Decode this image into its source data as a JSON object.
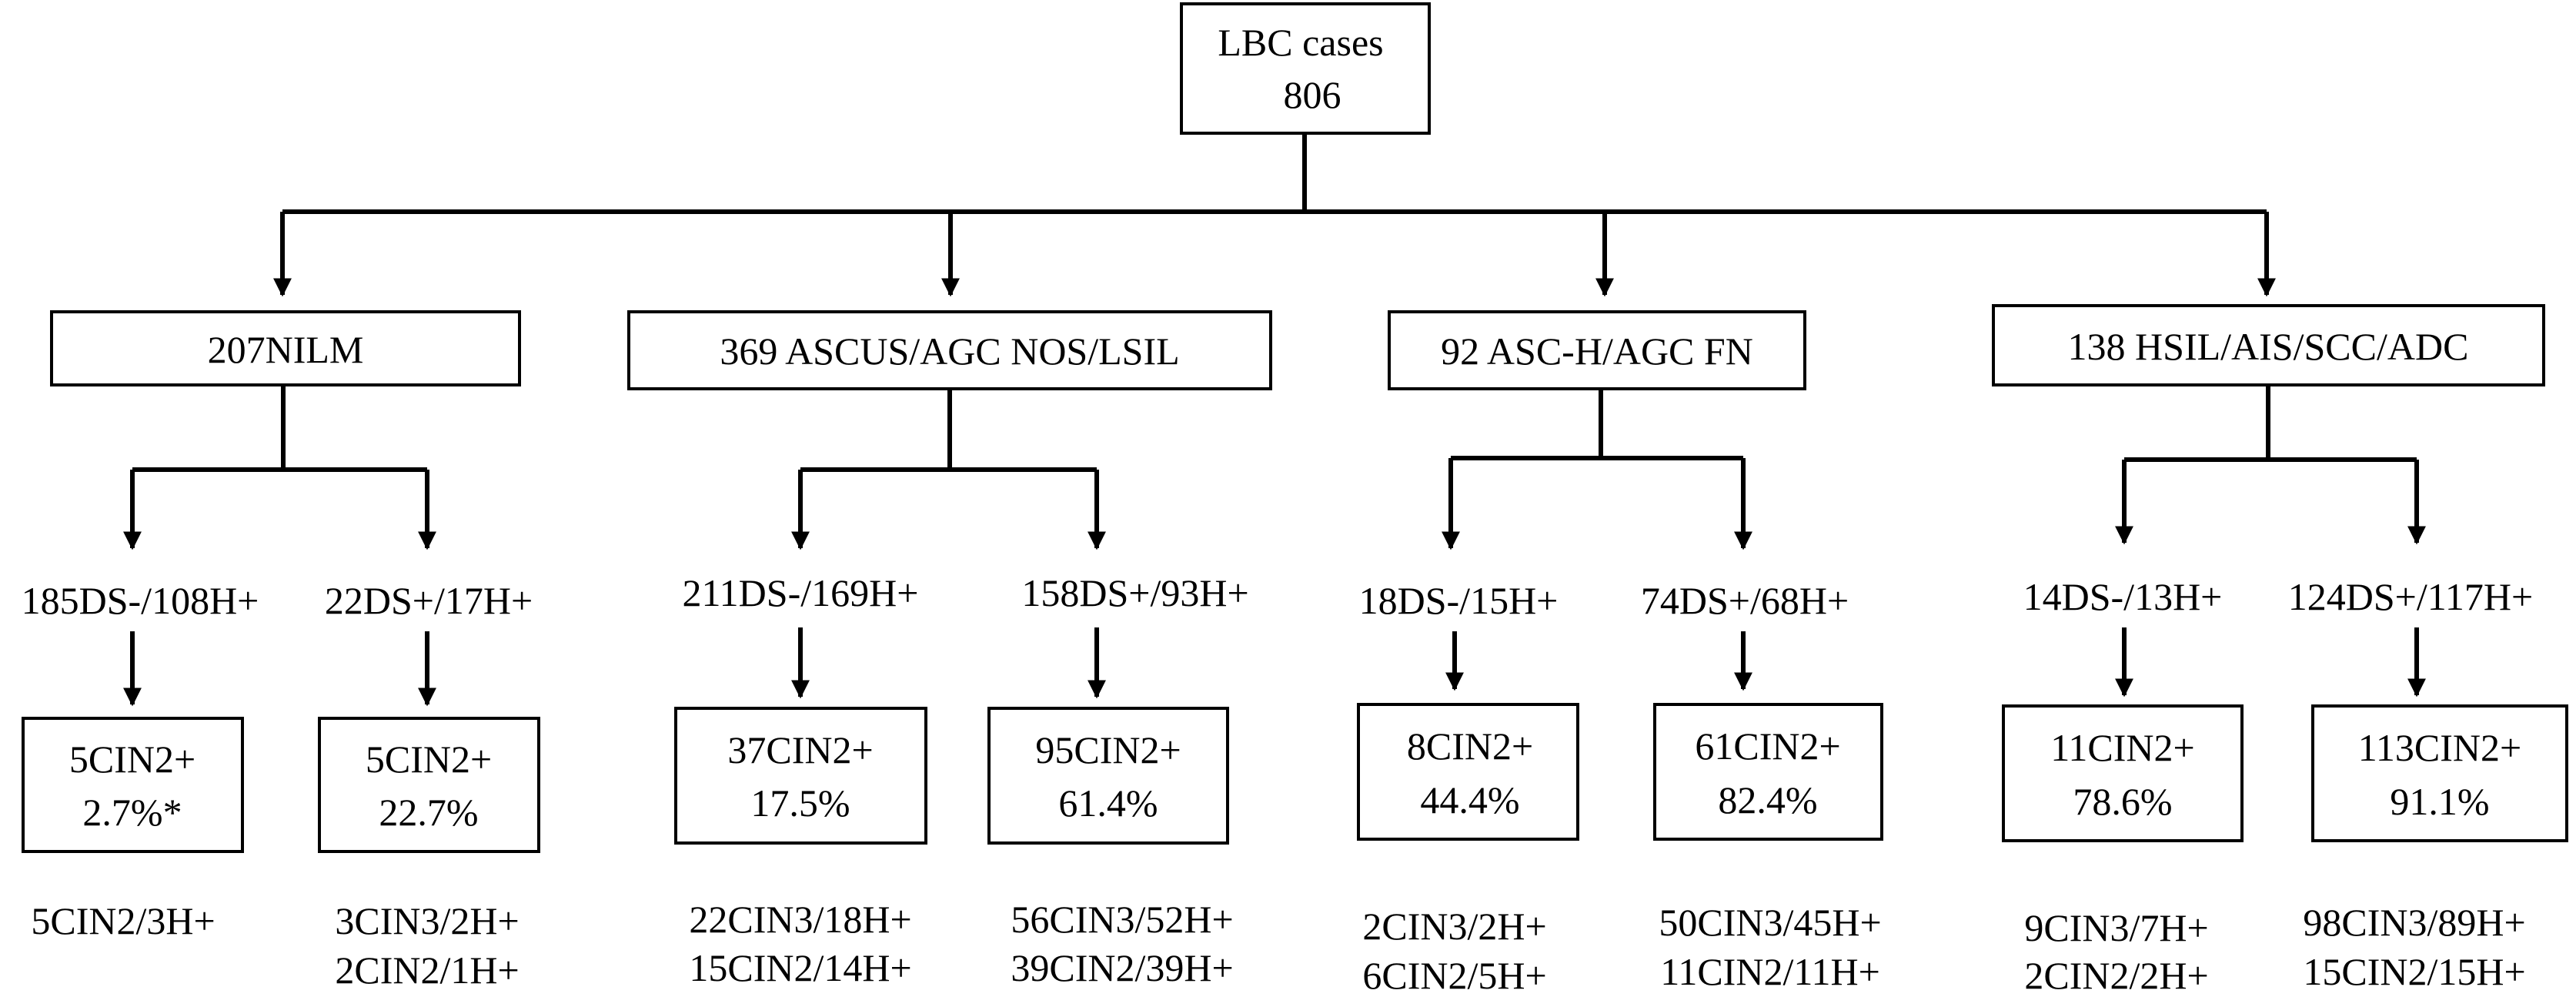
{
  "diagram": {
    "root": {
      "line1": "LBC cases",
      "line2": "806"
    },
    "groups": [
      {
        "label": "207NILM",
        "branches": [
          {
            "split": "185DS-/108H+",
            "result_line1": "5CIN2+",
            "result_line2": "2.7%*",
            "detail_line1": "5CIN2/3H+",
            "detail_line2": ""
          },
          {
            "split": "22DS+/17H+",
            "result_line1": "5CIN2+",
            "result_line2": "22.7%",
            "detail_line1": "3CIN3/2H+",
            "detail_line2": "2CIN2/1H+"
          }
        ]
      },
      {
        "label": "369 ASCUS/AGC NOS/LSIL",
        "branches": [
          {
            "split": "211DS-/169H+",
            "result_line1": "37CIN2+",
            "result_line2": "17.5%",
            "detail_line1": "22CIN3/18H+",
            "detail_line2": "15CIN2/14H+"
          },
          {
            "split": "158DS+/93H+",
            "result_line1": "95CIN2+",
            "result_line2": "61.4%",
            "detail_line1": "56CIN3/52H+",
            "detail_line2": "39CIN2/39H+"
          }
        ]
      },
      {
        "label": "92 ASC-H/AGC FN",
        "branches": [
          {
            "split": "18DS-/15H+",
            "result_line1": "8CIN2+",
            "result_line2": "44.4%",
            "detail_line1": "2CIN3/2H+",
            "detail_line2": "6CIN2/5H+"
          },
          {
            "split": "74DS+/68H+",
            "result_line1": "61CIN2+",
            "result_line2": "82.4%",
            "detail_line1": "50CIN3/45H+",
            "detail_line2": "11CIN2/11H+"
          }
        ]
      },
      {
        "label": "138 HSIL/AIS/SCC/ADC",
        "branches": [
          {
            "split": "14DS-/13H+",
            "result_line1": "11CIN2+",
            "result_line2": "78.6%",
            "detail_line1": "9CIN3/7H+",
            "detail_line2": "2CIN2/2H+"
          },
          {
            "split": "124DS+/117H+",
            "result_line1": "113CIN2+",
            "result_line2": "91.1%",
            "detail_line1": "98CIN3/89H+",
            "detail_line2": "15CIN2/15H+"
          }
        ]
      }
    ]
  }
}
